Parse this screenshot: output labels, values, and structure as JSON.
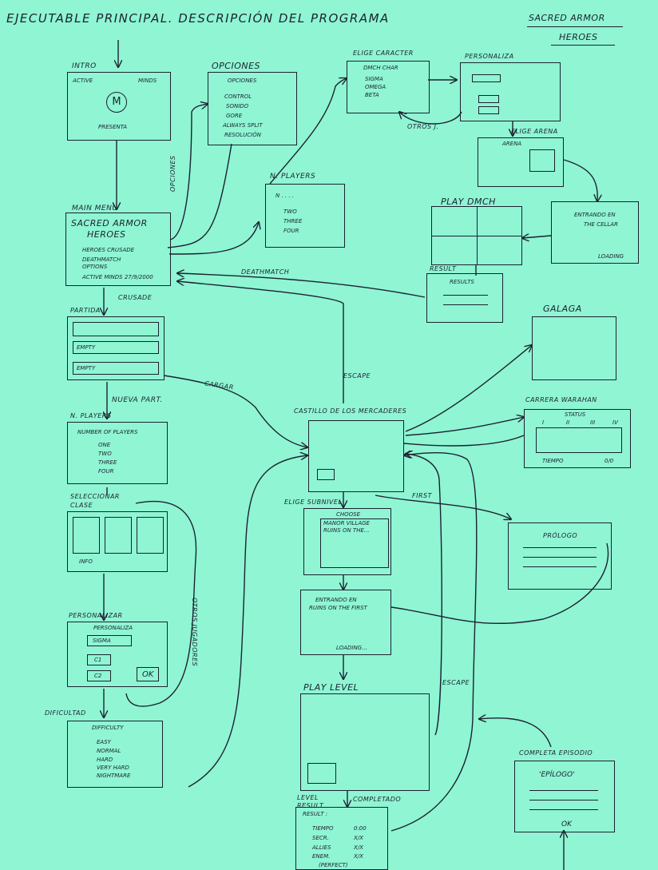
{
  "header": {
    "title": "EJECUTABLE PRINCIPAL. DESCRIPCIÓN DEL PROGRAMA",
    "game_line1": "SACRED ARMOR",
    "game_line2": "HEROES"
  },
  "labels": {
    "intro": "INTRO",
    "opciones_title": "OPCIONES",
    "opciones_side": "OPCIONES",
    "main_menu": "MAIN MENU",
    "nplayers_top": "N. PLAYERS",
    "elige_caracter": "ELIGE CARACTER",
    "personaliza": "PERSONALIZA",
    "otros_j": "OTROS J.",
    "elige_arena": "ELIGE ARENA",
    "play_dmch": "PLAY DMCH",
    "result_small": "RESULT",
    "deathmatch_arrow": "DEATHMATCH",
    "partida": "PARTIDA",
    "crusade_arrow": "CRUSADE",
    "nueva_part": "NUEVA PART.",
    "cargar": "CARGAR",
    "escape_upper": "ESCAPE",
    "galaga": "GALAGA",
    "carrera_title": "CARRERA WARAHAN",
    "castillo": "CASTILLO DE LOS MERCADERES",
    "nplayers_left": "N. PLAYERS",
    "seleccionar_clase": "SELECCIONAR CLASE",
    "elige_subnivel": "ELIGE SUBNIVEL",
    "first": "FIRST",
    "prologo": "PRÓLOGO",
    "otros_jugadores": "OTROS JUGADORES",
    "personalizar": "PERSONALIZAR",
    "escape_lower": "ESCAPE",
    "dificultad": "DIFICULTAD",
    "play_level": "PLAY LEVEL",
    "level_result": "LEVEL RESULT",
    "completado": "COMPLETADO",
    "completa_episodio": "COMPLETA EPISODIO"
  },
  "intro_box": {
    "line1": "ACTIVE",
    "line2": "MINDS",
    "logo": "M",
    "line3": "PRESENTA"
  },
  "opciones_box": {
    "title": "OPCIONES",
    "items": [
      "CONTROL",
      "SONIDO",
      "GORE",
      "ALWAYS SPLIT",
      "RESOLUCIÓN"
    ]
  },
  "main_menu_box": {
    "title1": "SACRED ARMOR",
    "title2": "HEROES",
    "item1": "HEROES CRUSADE",
    "item2": "DEATHMATCH",
    "item3": "OPTIONS",
    "footer": "ACTIVE MINDS 27/9/2000"
  },
  "nplayers_top_box": {
    "one": "N . . . .",
    "opt1": "TWO",
    "opt2": "THREE",
    "opt3": "FOUR"
  },
  "dmch_char_box": {
    "title": "DMCH CHAR",
    "items": [
      "SIGMA",
      "OMEGA",
      "BETA"
    ]
  },
  "arena_box": {
    "title": "ARENA"
  },
  "entrando_box": {
    "line1": "ENTRANDO EN",
    "line2": "THE CELLAR",
    "line3": "LOADING"
  },
  "results_box": {
    "title": "RESULTS"
  },
  "partida_box": {
    "slot1": "",
    "slot2": "EMPTY",
    "slot3": "EMPTY"
  },
  "carrera_box": {
    "header": "STATUS",
    "cols": [
      "I",
      "II",
      "III",
      "IV"
    ],
    "footer_left": "TIEMPO",
    "footer_right": "0/0"
  },
  "nplayers_left_box": {
    "title": "NUMBER OF PLAYERS",
    "opt1": "ONE",
    "opt2": "TWO",
    "opt3": "THREE",
    "opt4": "FOUR"
  },
  "clase_box": {
    "info": "INFO"
  },
  "subnivel_box": {
    "title": "CHOOSE",
    "items": [
      "MANOR VILLAGE",
      "RUINS ON THE..."
    ]
  },
  "entrando_level_box": {
    "line1": "ENTRANDO EN",
    "line2": "RUINS ON THE FIRST",
    "line3": "LOADING..."
  },
  "personaliza_box": {
    "title": "PERSONALIZA",
    "name": "SIGMA",
    "c1": "C1",
    "c2": "C2",
    "ok": "OK"
  },
  "difficulty_box": {
    "title": "DIFFICULTY",
    "items": [
      "EASY",
      "NORMAL",
      "HARD",
      "VERY HARD",
      "NIGHTMARE"
    ]
  },
  "result_box": {
    "title": "RESULT :",
    "rows": [
      {
        "label": "TIEMPO",
        "value": "0:00"
      },
      {
        "label": "SECR.",
        "value": "X/X"
      },
      {
        "label": "ALLIES",
        "value": "X/X"
      },
      {
        "label": "ENEM.",
        "value": "X/X"
      }
    ],
    "footer": "(PERFECT)"
  },
  "epilogo_box": {
    "title": "'EPÍLOGO'",
    "ok": "OK"
  },
  "style": {
    "paper": "#8ff5d3",
    "ink": "#1c2230"
  }
}
